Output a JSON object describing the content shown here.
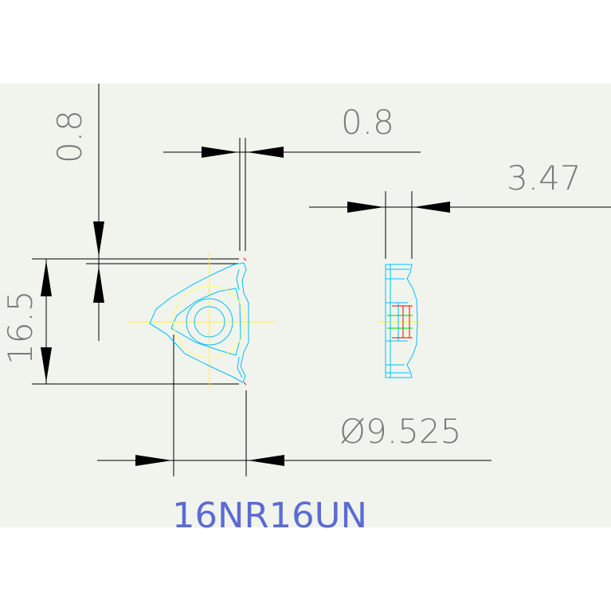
{
  "drawing": {
    "part_number": "16NR16UN",
    "dimensions": {
      "top_offset": "0.8",
      "nose_width": "0.8",
      "thickness": "3.47",
      "height": "16.5",
      "inscribed_circle": "Ø9.525"
    }
  },
  "colors": {
    "paper": "#f1f4ec",
    "dimension_line": "#000000",
    "dimension_text": "#7a7a7a",
    "outline": "#00bfff",
    "center_line": "#ffff00",
    "insert_ring": "#ffff66",
    "section_red": "#ff0000",
    "section_green": "#00cc00",
    "label": "#5c6bd4"
  }
}
